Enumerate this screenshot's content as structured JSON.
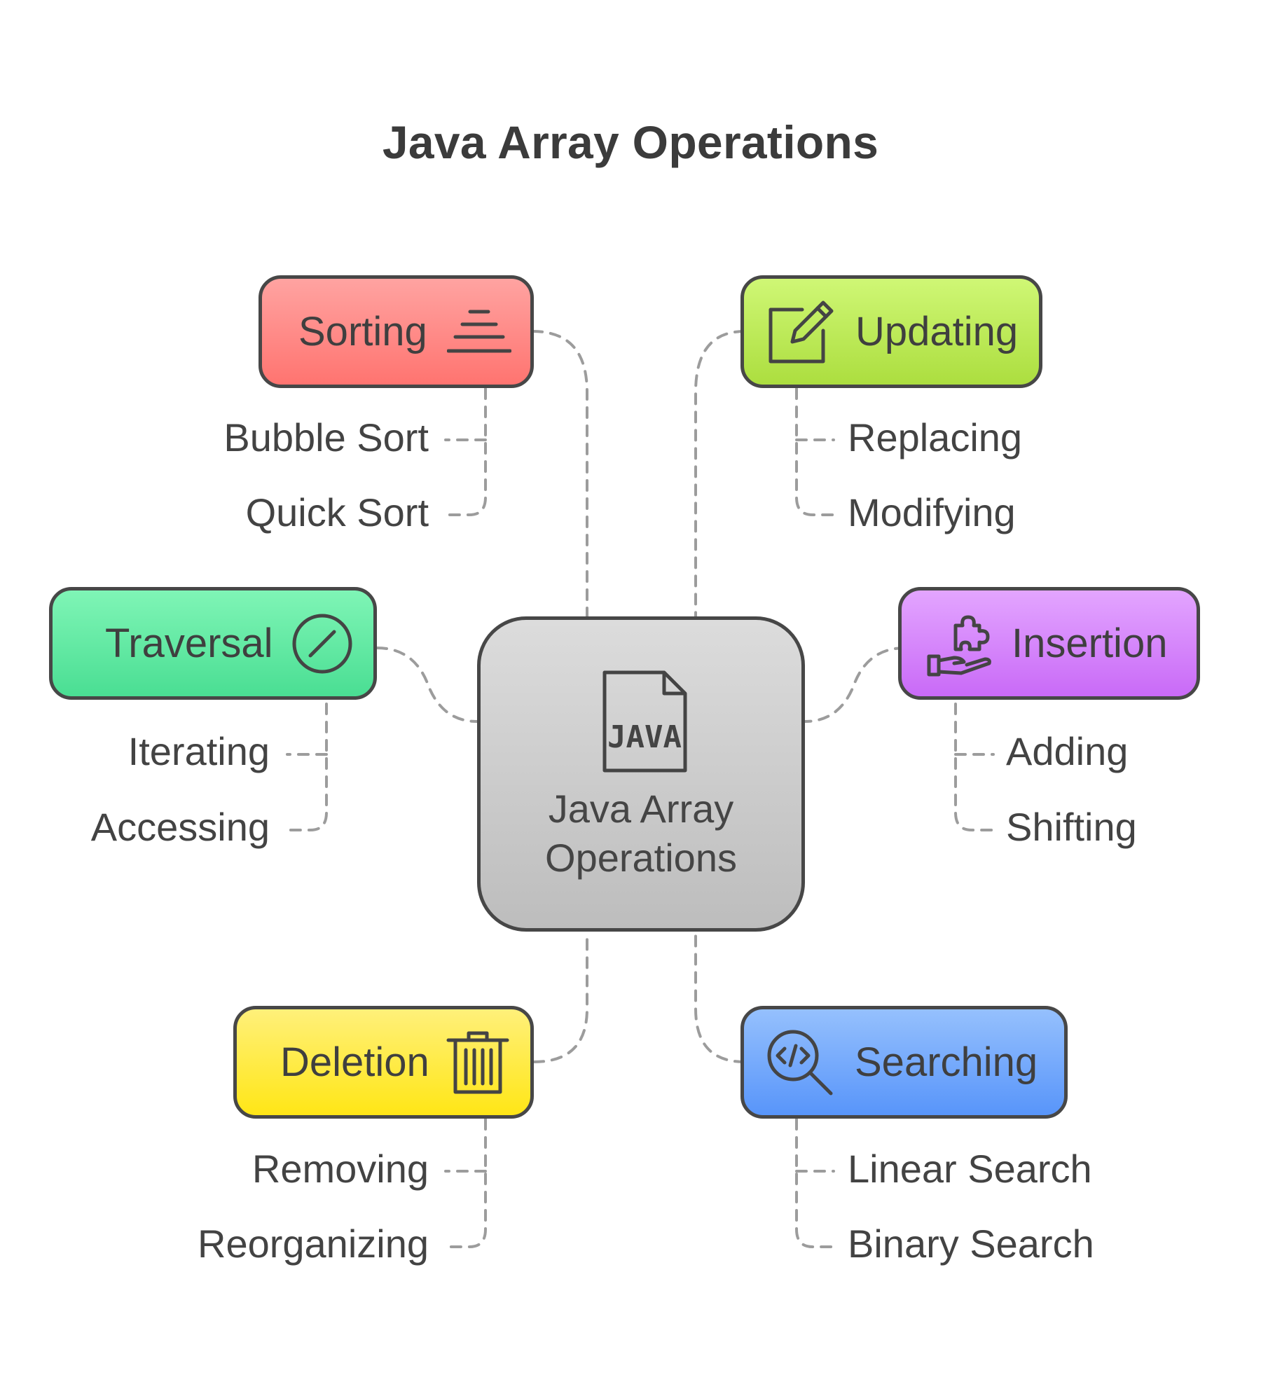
{
  "title": "Java Array Operations",
  "center": {
    "icon": "java-file-icon",
    "icon_text": "JAVA",
    "line1": "Java Array",
    "line2": "Operations"
  },
  "nodes": {
    "sorting": {
      "label": "Sorting",
      "icon": "sort-lines-icon",
      "color": "#ff7b78",
      "children": [
        "Bubble Sort",
        "Quick Sort"
      ]
    },
    "updating": {
      "label": "Updating",
      "icon": "edit-icon",
      "color": "#b2e64a",
      "children": [
        "Replacing",
        "Modifying"
      ]
    },
    "traversal": {
      "label": "Traversal",
      "icon": "no-entry-icon",
      "color": "#4fe19d",
      "children": [
        "Iterating",
        "Accessing"
      ]
    },
    "insertion": {
      "label": "Insertion",
      "icon": "puzzle-hand-icon",
      "color": "#cc70f8",
      "children": [
        "Adding",
        "Shifting"
      ]
    },
    "deletion": {
      "label": "Deletion",
      "icon": "trash-icon",
      "color": "#ffe61c",
      "children": [
        "Removing",
        "Reorganizing"
      ]
    },
    "searching": {
      "label": "Searching",
      "icon": "code-search-icon",
      "color": "#5a9bfb",
      "children": [
        "Linear Search",
        "Binary Search"
      ]
    }
  }
}
